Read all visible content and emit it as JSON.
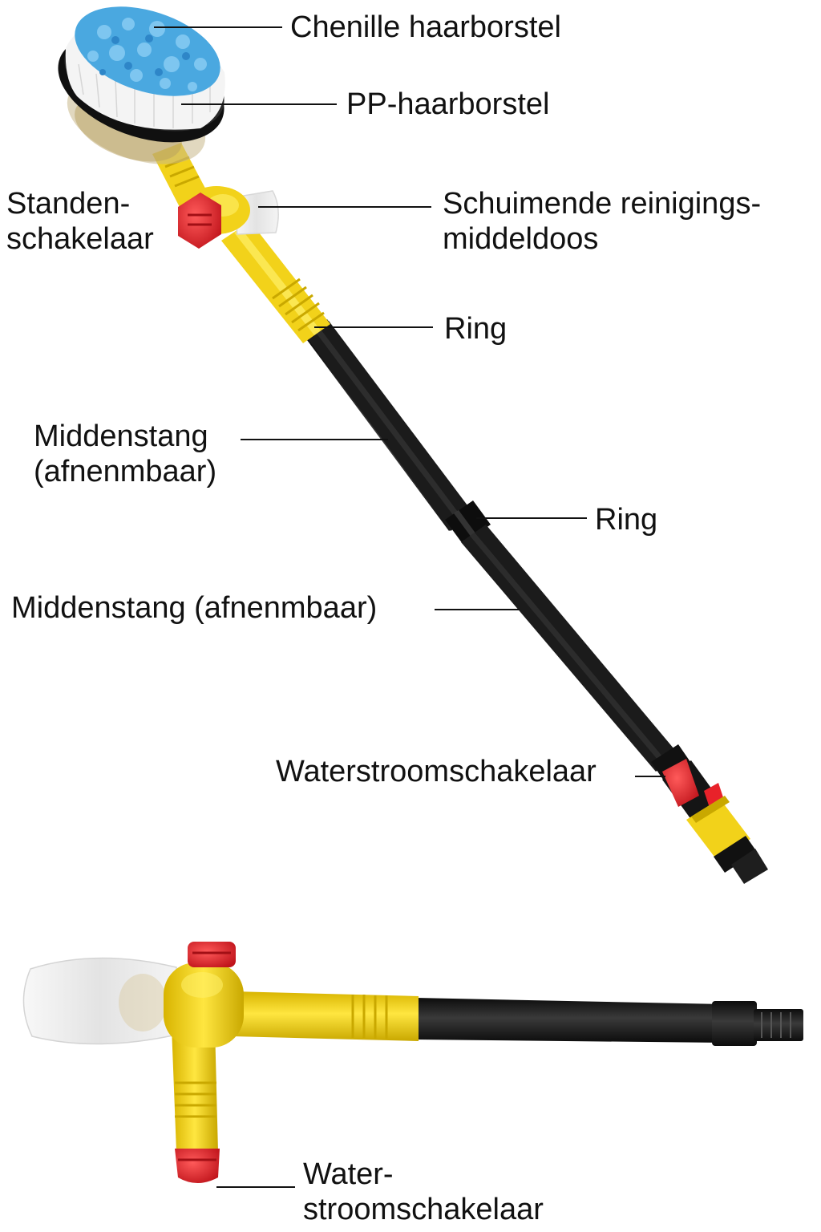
{
  "colors": {
    "yellow": "#f2d21a",
    "yellow_dark": "#c9a800",
    "black_rod": "#1b1b1b",
    "red_knob": "#e8222a",
    "chenille_blue": "#4aa8e0",
    "bristle_white": "#f4f4f4",
    "cup": "#eeeeee",
    "leader_line": "#111111"
  },
  "labels": {
    "chenille": "Chenille haarborstel",
    "pp": "PP-haarborstel",
    "standen_1": "Standen-",
    "standen_2": "schakelaar",
    "schuim_1": "Schuimende reinigings-",
    "schuim_2": "middeldoos",
    "ring_top": "Ring",
    "midden_1": "Middenstang",
    "midden_2": "(afnenmbaar)",
    "ring_mid": "Ring",
    "midden_full": "Middenstang (afnenmbaar)",
    "water_switch": "Waterstroomschakelaar",
    "water_1": "Water-",
    "water_2": "stroomschakelaar"
  }
}
